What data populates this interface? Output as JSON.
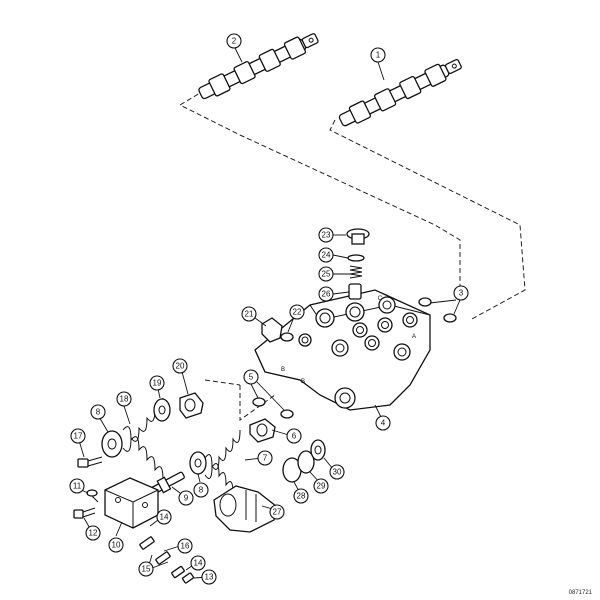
{
  "figure": {
    "code": "0871721",
    "port_labels": [
      "B",
      "B",
      "C",
      "A"
    ]
  },
  "callouts": [
    "1",
    "2",
    "3",
    "4",
    "5",
    "6",
    "7",
    "8",
    "8",
    "9",
    "10",
    "11",
    "12",
    "13",
    "14",
    "14",
    "15",
    "16",
    "17",
    "18",
    "19",
    "20",
    "21",
    "22",
    "23",
    "24",
    "25",
    "26",
    "27",
    "28",
    "29",
    "30"
  ]
}
